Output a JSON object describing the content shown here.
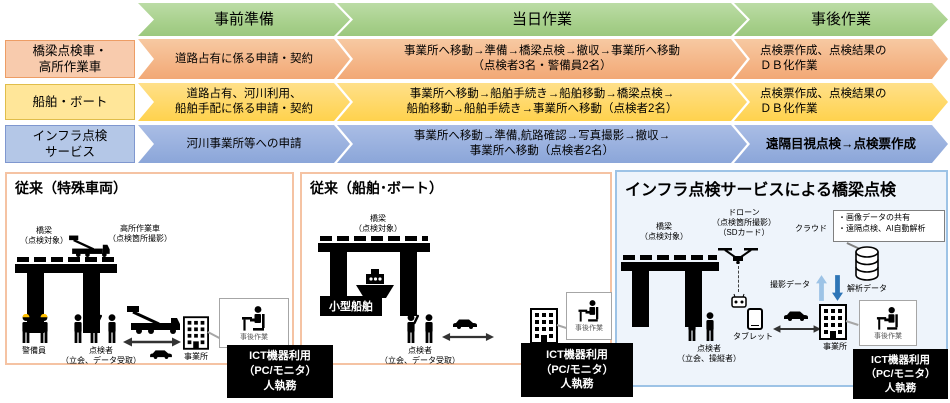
{
  "flow": {
    "headers": [
      "事前準備",
      "当日作業",
      "事後作業"
    ],
    "rows": [
      {
        "label": "橋梁点検車・\n高所作業車",
        "prep": "道路占有に係る申請・契約",
        "day": "事業所へ移動→準備→橋梁点検→撤収→事業所へ移動\n（点検者3名・警備員2名）",
        "post": "点検票作成、点検結果の\nＤＢ化作業"
      },
      {
        "label": "船舶・ボート",
        "prep": "道路占有、河川利用、\n船舶手配に係る申請・契約",
        "day": "事業所へ移動→船舶手続き→船舶移動→橋梁点検→\n船舶移動→船舶手続き→事業所へ移動（点検者2名）",
        "post": "点検票作成、点検結果の\nＤＢ化作業"
      },
      {
        "label": "インフラ点検\nサービス",
        "prep": "河川事業所等への申請",
        "day": "事業所へ移動→準備,航路確認→写真撮影→撤収→\n事業所へ移動（点検者2名）",
        "post": "遠隔目視点検→点検票作成"
      }
    ]
  },
  "panels": {
    "p1": {
      "title": "従来（特殊車両）",
      "bridge": "橋梁\n（点検対象）",
      "vehicle": "高所作業車\n（点検箇所撮影）",
      "guards": "警備員",
      "inspectors": "点検者\n（立会、データ受取）",
      "office": "事業所",
      "after": "事後作業"
    },
    "p2": {
      "title": "従来（船舶･ボート）",
      "bridge": "橋梁\n（点検対象）",
      "boat": "小型船舶",
      "inspectors": "点検者\n（立会、データ受取）",
      "office": "事業所",
      "after": "事後作業"
    },
    "p3": {
      "title": "インフラ点検サービスによる橋梁点検",
      "bridge": "橋梁\n（点検対象）",
      "drone": "ドローン\n（点検箇所撮影）\n（SDカード）",
      "cloud": "クラウド",
      "cloud_note": "・画像データの共有\n・遠隔点検、AI自動解析",
      "upload": "撮影データ",
      "download": "解析データ",
      "tablet": "タブレット",
      "inspectors": "点検者\n（立会、操縦者）",
      "office": "事業所",
      "after": "事後作業"
    }
  },
  "ict_note": "ICT機器利用\n（PC/モニタ）\n人執務",
  "colors": {
    "header_green": "#a9d18e",
    "row1_orange": "#f4b183",
    "row1_label": "#f8cbad",
    "row2_yellow": "#ffd966",
    "row2_label": "#ffe699",
    "row3_blue": "#8faadc",
    "row3_label": "#b4c7e7",
    "panel_traditional_border": "#f5c3a3",
    "panel_ict_border": "#9dc3e6",
    "helmet_yellow": "#ffc000",
    "upload_arrow": "#9dc3e6",
    "download_arrow": "#2e75b6"
  }
}
